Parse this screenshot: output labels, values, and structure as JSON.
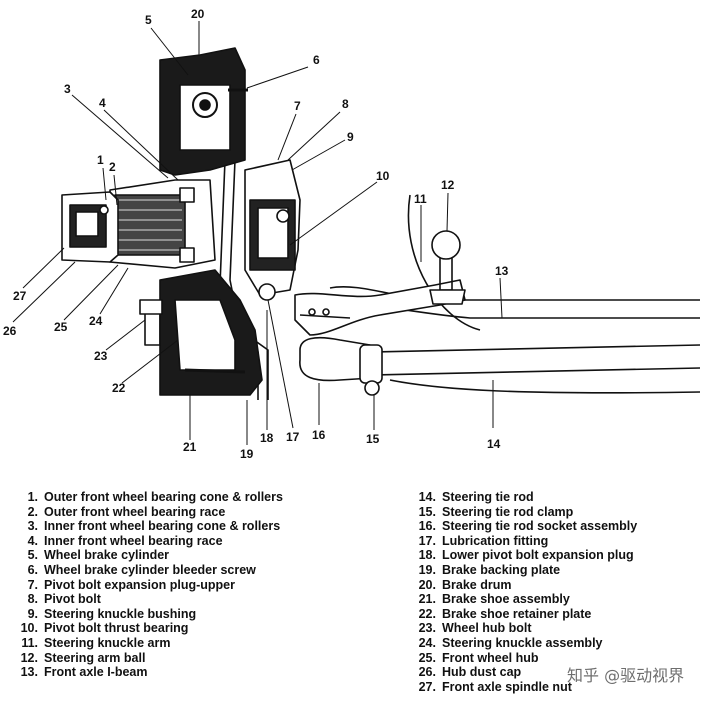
{
  "callout_numbers": [
    "1",
    "2",
    "3",
    "4",
    "5",
    "6",
    "7",
    "8",
    "9",
    "10",
    "11",
    "12",
    "13",
    "14",
    "15",
    "16",
    "17",
    "18",
    "19",
    "20",
    "21",
    "22",
    "23",
    "24",
    "25",
    "26",
    "27"
  ],
  "legend": [
    {
      "num": "1.",
      "text": "Outer front wheel bearing cone & rollers"
    },
    {
      "num": "2.",
      "text": "Outer front wheel bearing race"
    },
    {
      "num": "3.",
      "text": "Inner front wheel bearing cone & rollers"
    },
    {
      "num": "4.",
      "text": "Inner front wheel bearing race"
    },
    {
      "num": "5.",
      "text": "Wheel brake cylinder"
    },
    {
      "num": "6.",
      "text": "Wheel brake cylinder bleeder screw"
    },
    {
      "num": "7.",
      "text": "Pivot bolt expansion plug-upper"
    },
    {
      "num": "8.",
      "text": "Pivot bolt"
    },
    {
      "num": "9.",
      "text": "Steering knuckle bushing"
    },
    {
      "num": "10.",
      "text": "Pivot bolt thrust bearing"
    },
    {
      "num": "11.",
      "text": "Steering knuckle arm"
    },
    {
      "num": "12.",
      "text": "Steering arm ball"
    },
    {
      "num": "13.",
      "text": "Front axle I-beam"
    },
    {
      "num": "14.",
      "text": "Steering tie rod"
    },
    {
      "num": "15.",
      "text": "Steering tie rod clamp"
    },
    {
      "num": "16.",
      "text": "Steering tie rod socket assembly"
    },
    {
      "num": "17.",
      "text": "Lubrication fitting"
    },
    {
      "num": "18.",
      "text": "Lower pivot bolt expansion plug"
    },
    {
      "num": "19.",
      "text": "Brake backing plate"
    },
    {
      "num": "20.",
      "text": "Brake drum"
    },
    {
      "num": "21.",
      "text": "Brake shoe assembly"
    },
    {
      "num": "22.",
      "text": "Brake shoe retainer plate"
    },
    {
      "num": "23.",
      "text": "Wheel hub bolt"
    },
    {
      "num": "24.",
      "text": "Steering knuckle assembly"
    },
    {
      "num": "25.",
      "text": "Front wheel hub"
    },
    {
      "num": "26.",
      "text": "Hub dust cap"
    },
    {
      "num": "27.",
      "text": "Front axle spindle nut"
    }
  ],
  "watermark": "知乎 @驱动视界"
}
